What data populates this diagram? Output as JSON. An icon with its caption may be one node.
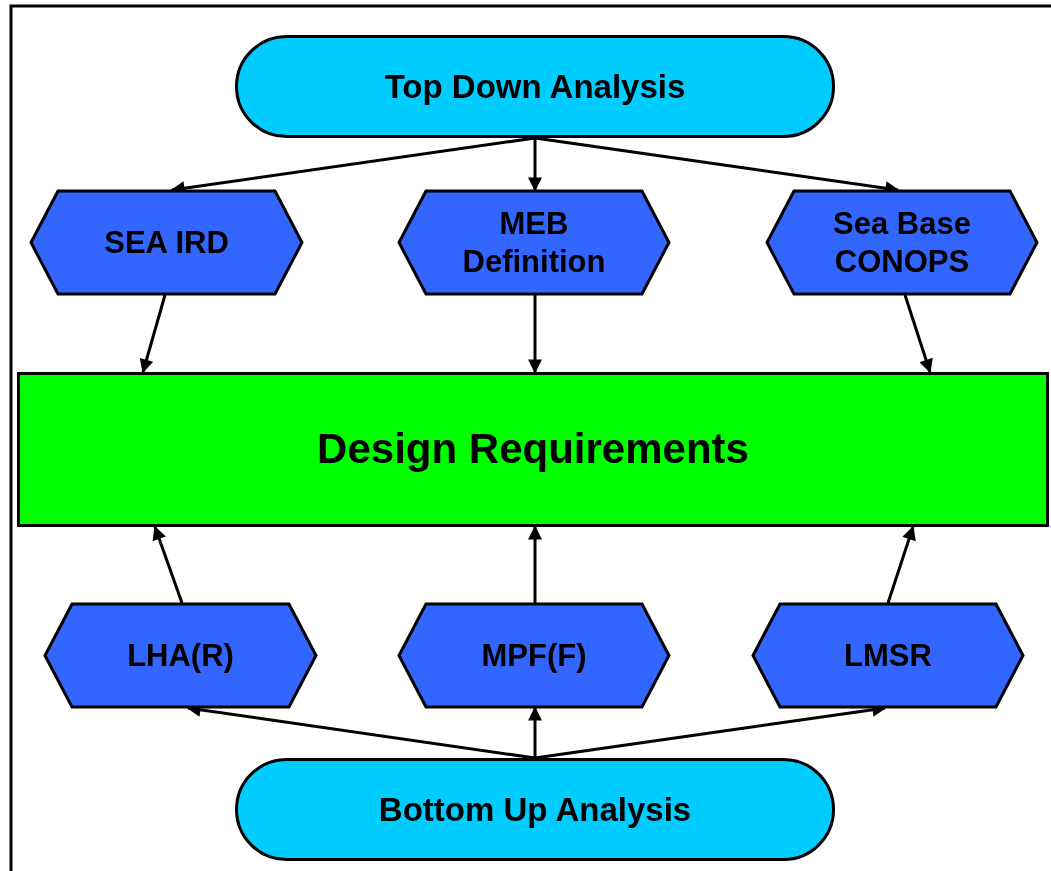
{
  "diagram": {
    "nodes": [
      {
        "text": [
          "Top Down Analysis"
        ]
      },
      {
        "text": [
          "SEA IRD"
        ]
      },
      {
        "text": [
          "MEB Definition"
        ]
      },
      {
        "text": [
          "Sea Base CONOPS"
        ]
      },
      {
        "text": [
          "Design Requirements"
        ]
      },
      {
        "text": [
          "LHA(R)"
        ]
      },
      {
        "text": [
          "MPF(F)"
        ]
      },
      {
        "text": [
          "LMSR"
        ]
      },
      {
        "text": [
          "Bottom Up Analysis"
        ]
      }
    ],
    "edges": [
      {
        "from": 0,
        "to": 1,
        "arrow": "to"
      },
      {
        "from": 0,
        "to": 2,
        "arrow": "to"
      },
      {
        "from": 0,
        "to": 3,
        "arrow": "to"
      },
      {
        "from": 1,
        "to": 4,
        "arrow": "to"
      },
      {
        "from": 2,
        "to": 4,
        "arrow": "to"
      },
      {
        "from": 3,
        "to": 4,
        "arrow": "to"
      },
      {
        "from": 5,
        "to": 4,
        "arrow": "to"
      },
      {
        "from": 6,
        "to": 4,
        "arrow": "to"
      },
      {
        "from": 7,
        "to": 4,
        "arrow": "to"
      },
      {
        "from": 8,
        "to": 5,
        "arrow": "to"
      },
      {
        "from": 8,
        "to": 6,
        "arrow": "to"
      },
      {
        "from": 8,
        "to": 7,
        "arrow": "to"
      }
    ]
  }
}
